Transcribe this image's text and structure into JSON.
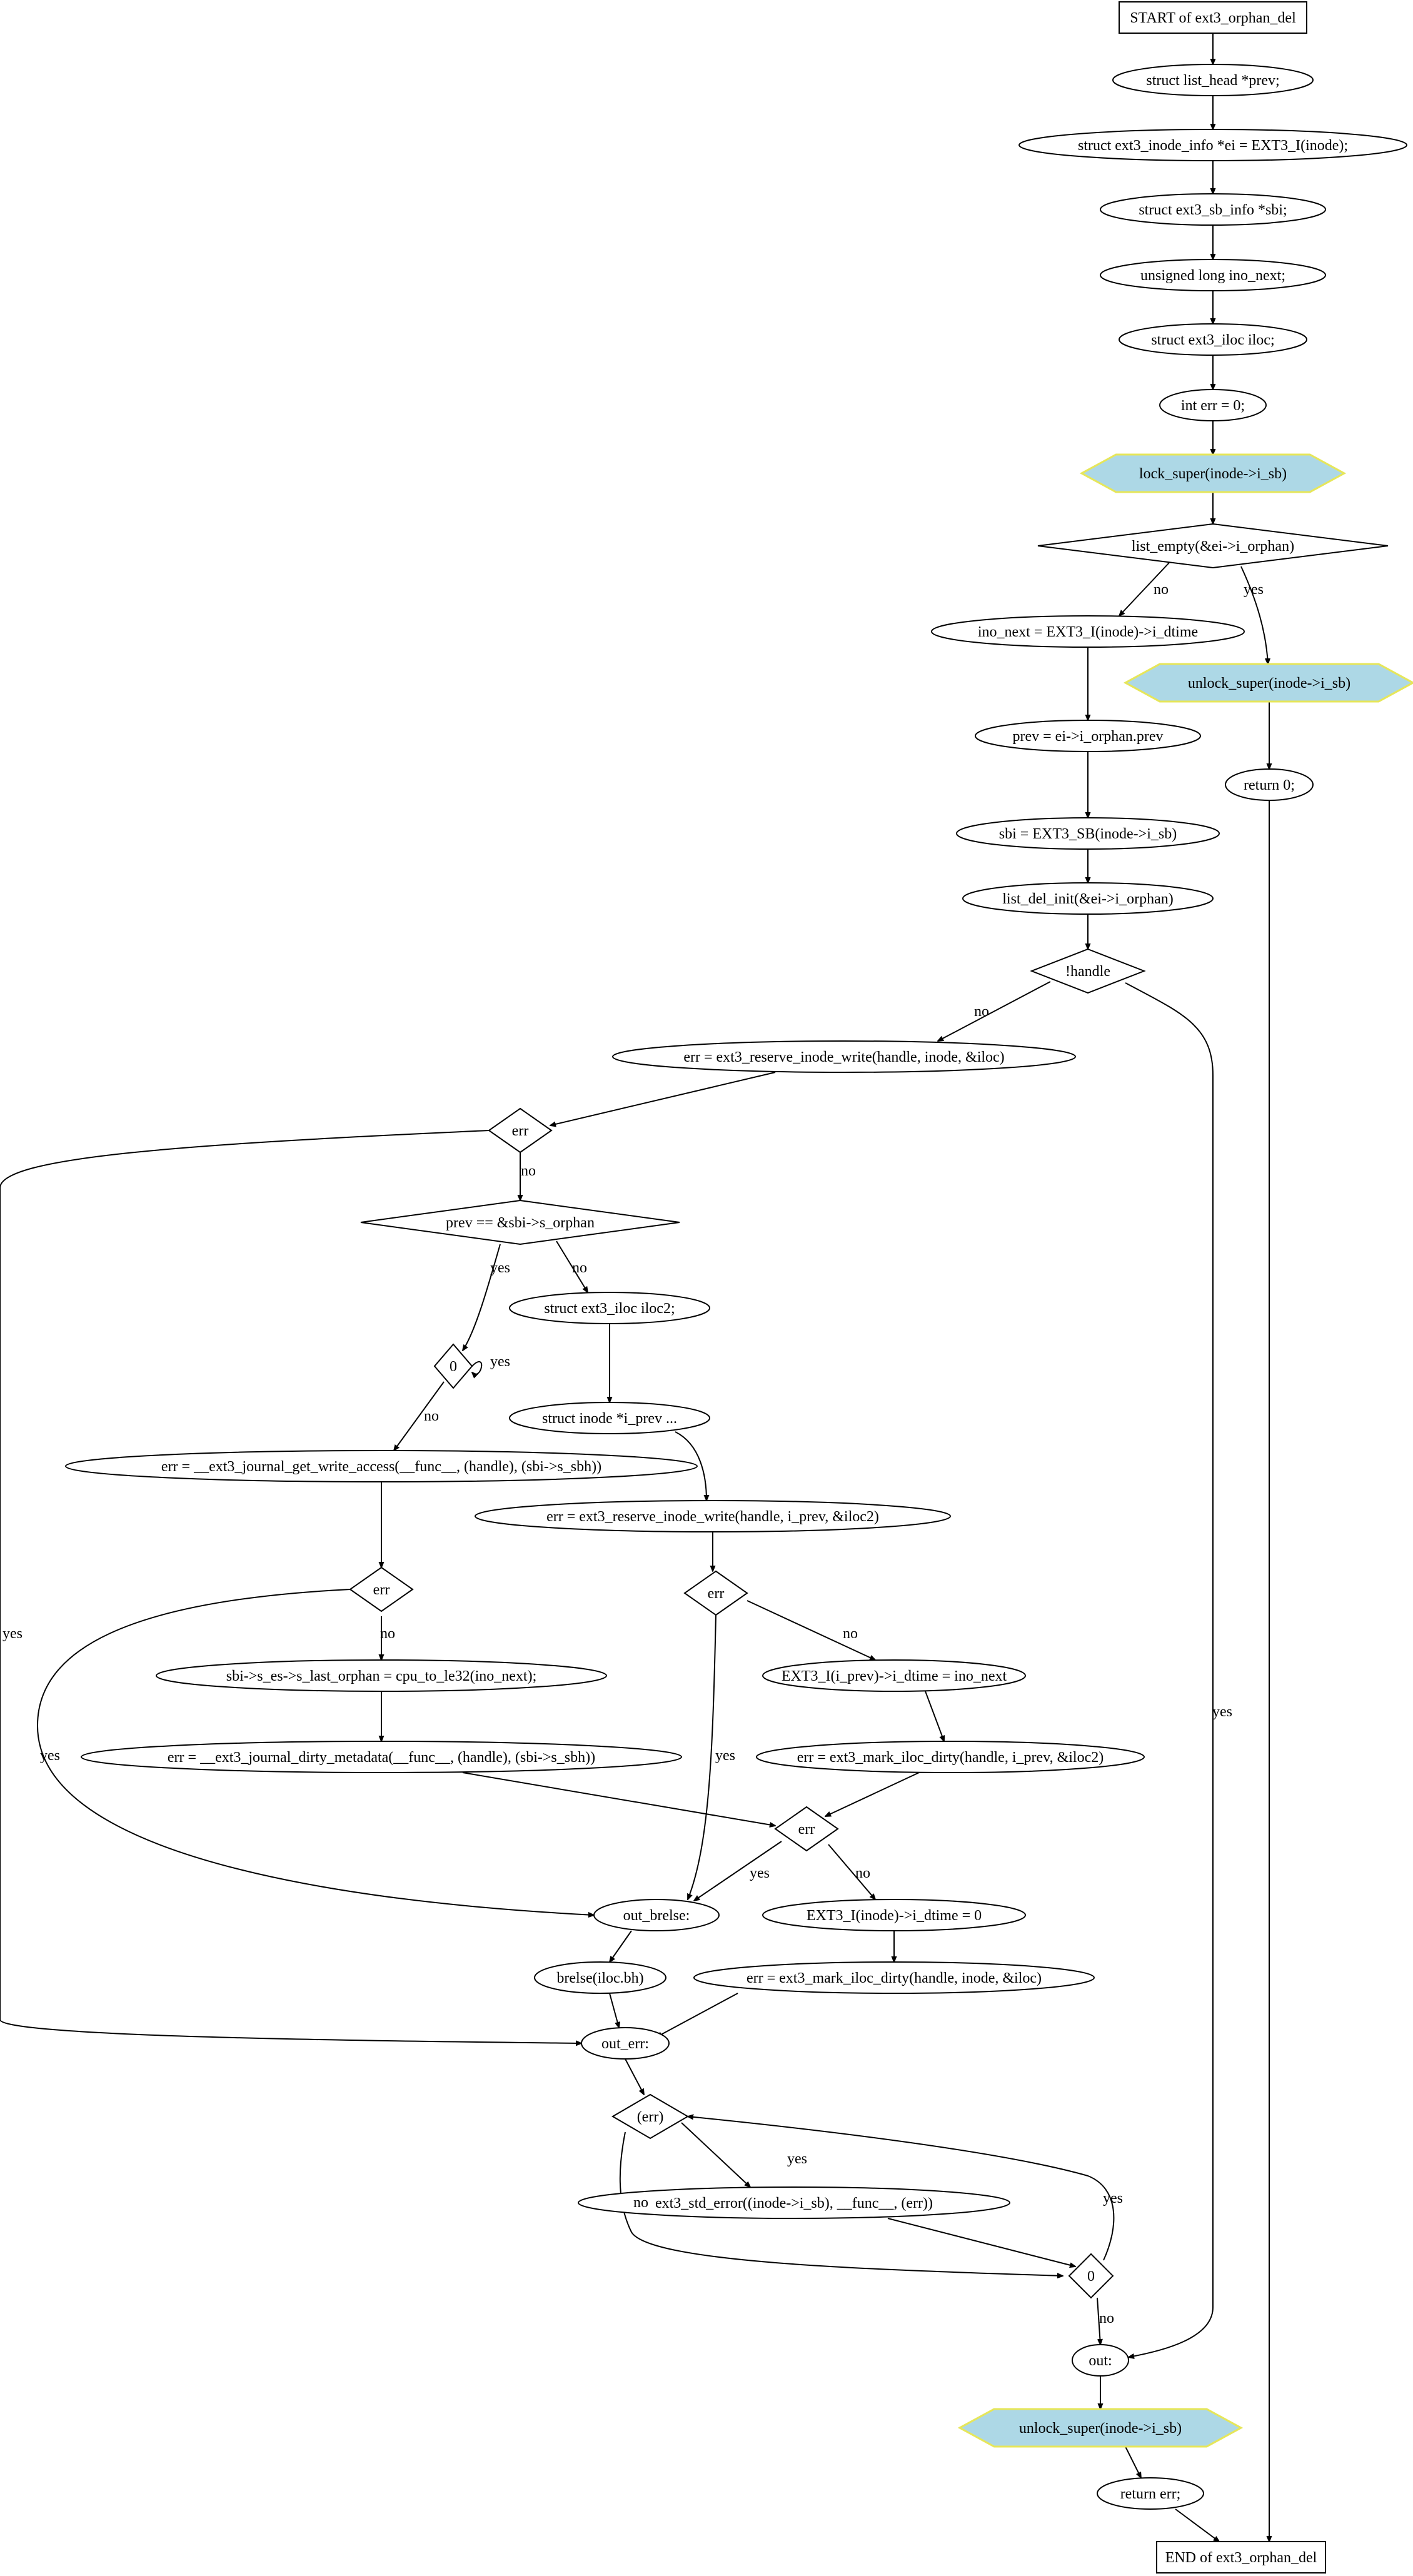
{
  "nodes": [
    {
      "id": "start",
      "label": "START of ext3_orphan_del",
      "shape": "box"
    },
    {
      "id": "n1",
      "label": "struct list_head *prev;",
      "shape": "ellipse"
    },
    {
      "id": "n2",
      "label": "struct ext3_inode_info *ei = EXT3_I(inode);",
      "shape": "ellipse"
    },
    {
      "id": "n3",
      "label": "struct ext3_sb_info *sbi;",
      "shape": "ellipse"
    },
    {
      "id": "n4",
      "label": "unsigned long ino_next;",
      "shape": "ellipse"
    },
    {
      "id": "n5",
      "label": "struct ext3_iloc iloc;",
      "shape": "ellipse"
    },
    {
      "id": "n6",
      "label": "int err = 0;",
      "shape": "ellipse"
    },
    {
      "id": "lock1",
      "label": "lock_super(inode->i_sb)",
      "shape": "hexagon"
    },
    {
      "id": "d1",
      "label": "list_empty(&ei->i_orphan)",
      "shape": "diamond"
    },
    {
      "id": "n7",
      "label": "ino_next = EXT3_I(inode)->i_dtime",
      "shape": "ellipse"
    },
    {
      "id": "unlock1",
      "label": "unlock_super(inode->i_sb)",
      "shape": "hexagon"
    },
    {
      "id": "n8",
      "label": "prev = ei->i_orphan.prev",
      "shape": "ellipse"
    },
    {
      "id": "ret0",
      "label": "return 0;",
      "shape": "ellipse"
    },
    {
      "id": "n9",
      "label": "sbi = EXT3_SB(inode->i_sb)",
      "shape": "ellipse"
    },
    {
      "id": "n10",
      "label": "list_del_init(&ei->i_orphan)",
      "shape": "diamond_skip"
    },
    {
      "id": "d2",
      "label": "!handle",
      "shape": "diamond"
    },
    {
      "id": "n11",
      "label": "err = ext3_reserve_inode_write(handle, inode, &iloc)",
      "shape": "ellipse"
    },
    {
      "id": "d3",
      "label": "err",
      "shape": "diamond"
    },
    {
      "id": "d4",
      "label": "prev == &sbi->s_orphan",
      "shape": "diamond"
    },
    {
      "id": "n12",
      "label": "struct ext3_iloc iloc2;",
      "shape": "ellipse"
    },
    {
      "id": "d5",
      "label": "0",
      "shape": "diamond"
    },
    {
      "id": "n13",
      "label": "struct inode *i_prev  ...",
      "shape": "ellipse"
    },
    {
      "id": "n14",
      "label": "err = __ext3_journal_get_write_access(__func__, (handle), (sbi->s_sbh))",
      "shape": "ellipse"
    },
    {
      "id": "n15",
      "label": "err = ext3_reserve_inode_write(handle, i_prev, &iloc2)",
      "shape": "ellipse"
    },
    {
      "id": "d6",
      "label": "err",
      "shape": "diamond"
    },
    {
      "id": "d7",
      "label": "err",
      "shape": "diamond"
    },
    {
      "id": "n16",
      "label": "sbi->s_es->s_last_orphan = cpu_to_le32(ino_next);",
      "shape": "ellipse"
    },
    {
      "id": "n17",
      "label": "EXT3_I(i_prev)->i_dtime = ino_next",
      "shape": "ellipse"
    },
    {
      "id": "n18",
      "label": "err = __ext3_journal_dirty_metadata(__func__, (handle), (sbi->s_sbh))",
      "shape": "ellipse"
    },
    {
      "id": "n19",
      "label": "err = ext3_mark_iloc_dirty(handle, i_prev, &iloc2)",
      "shape": "ellipse"
    },
    {
      "id": "d8",
      "label": "err",
      "shape": "diamond"
    },
    {
      "id": "n20",
      "label": "out_brelse:",
      "shape": "ellipse"
    },
    {
      "id": "n21",
      "label": "EXT3_I(inode)->i_dtime = 0",
      "shape": "ellipse"
    },
    {
      "id": "n22",
      "label": "brelse(iloc.bh)",
      "shape": "ellipse"
    },
    {
      "id": "n23",
      "label": "err = ext3_mark_iloc_dirty(handle, inode, &iloc)",
      "shape": "ellipse"
    },
    {
      "id": "n24",
      "label": "out_err:",
      "shape": "ellipse"
    },
    {
      "id": "d9",
      "label": "(err)",
      "shape": "diamond"
    },
    {
      "id": "n25",
      "label": "ext3_std_error((inode->i_sb), __func__, (err))",
      "shape": "ellipse"
    },
    {
      "id": "d10",
      "label": "0",
      "shape": "diamond"
    },
    {
      "id": "n26",
      "label": "out:",
      "shape": "ellipse"
    },
    {
      "id": "unlock2",
      "label": "unlock_super(inode->i_sb)",
      "shape": "hexagon"
    },
    {
      "id": "n27",
      "label": "return err;",
      "shape": "ellipse"
    },
    {
      "id": "end",
      "label": "END of ext3_orphan_del",
      "shape": "box"
    }
  ],
  "edge_labels": {
    "no": "no",
    "yes": "yes"
  },
  "colors": {
    "hexagon_fill": "#add8e6",
    "hexagon_stroke": "#e6e65a",
    "line": "#000000"
  }
}
